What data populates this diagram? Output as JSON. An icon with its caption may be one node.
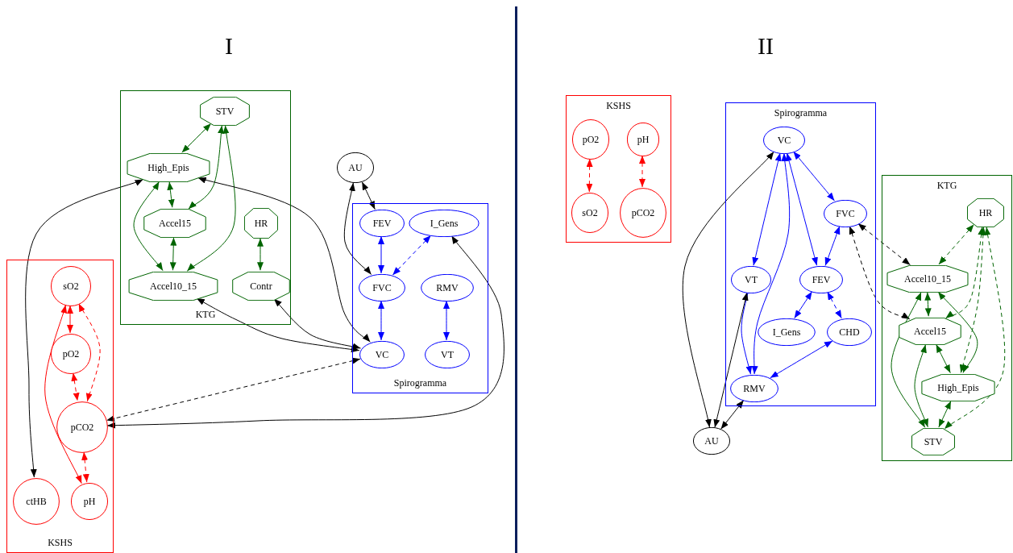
{
  "diagram": {
    "nodes": [
      {
        "text": [
          "KTG"
        ]
      },
      {
        "text": [
          "STV"
        ],
        "in": 0
      },
      {
        "text": [
          "High_Epis"
        ],
        "in": 0
      },
      {
        "text": [
          "Accel15"
        ],
        "in": 0
      },
      {
        "text": [
          "HR"
        ],
        "in": 0
      },
      {
        "text": [
          "Accel10_15"
        ],
        "in": 0
      },
      {
        "text": [
          "Contr"
        ],
        "in": 0
      },
      {
        "text": [
          "KSHS"
        ]
      },
      {
        "text": [
          "sO2"
        ],
        "in": 7
      },
      {
        "text": [
          "pO2"
        ],
        "in": 7
      },
      {
        "text": [
          "pCO2"
        ],
        "in": 7
      },
      {
        "text": [
          "ctHB"
        ],
        "in": 7
      },
      {
        "text": [
          "pH"
        ],
        "in": 7
      },
      {
        "text": [
          "AU"
        ]
      },
      {
        "text": [
          "Spirogramma"
        ]
      },
      {
        "text": [
          "FEV"
        ],
        "in": 14
      },
      {
        "text": [
          "I_Gens"
        ],
        "in": 14
      },
      {
        "text": [
          "FVC"
        ],
        "in": 14
      },
      {
        "text": [
          "RMV"
        ],
        "in": 14
      },
      {
        "text": [
          "VC"
        ],
        "in": 14
      },
      {
        "text": [
          "VT"
        ],
        "in": 14
      },
      {
        "text": [
          "KSHS"
        ]
      },
      {
        "text": [
          "pO2"
        ],
        "in": 21
      },
      {
        "text": [
          "pH"
        ],
        "in": 21
      },
      {
        "text": [
          "sO2"
        ],
        "in": 21
      },
      {
        "text": [
          "pCO2"
        ],
        "in": 21
      },
      {
        "text": [
          "Spirogramma"
        ]
      },
      {
        "text": [
          "VC"
        ],
        "in": 26
      },
      {
        "text": [
          "FVC"
        ],
        "in": 26
      },
      {
        "text": [
          "VT"
        ],
        "in": 26
      },
      {
        "text": [
          "FEV"
        ],
        "in": 26
      },
      {
        "text": [
          "I_Gens"
        ],
        "in": 26
      },
      {
        "text": [
          "CHD"
        ],
        "in": 26
      },
      {
        "text": [
          "RMV"
        ],
        "in": 26
      },
      {
        "text": [
          "AU"
        ]
      },
      {
        "text": [
          "KTG"
        ]
      },
      {
        "text": [
          "HR"
        ],
        "in": 35
      },
      {
        "text": [
          "Accel10_15"
        ],
        "in": 35
      },
      {
        "text": [
          "Accel15"
        ],
        "in": 35
      },
      {
        "text": [
          "High_Epis"
        ],
        "in": 35
      },
      {
        "text": [
          "STV"
        ],
        "in": 35
      }
    ],
    "edges": [
      {
        "from": 1,
        "to": 2,
        "arrow": "both",
        "color": "#006400"
      },
      {
        "from": 2,
        "to": 3,
        "arrow": "both",
        "color": "#006400"
      },
      {
        "from": 1,
        "to": 3,
        "arrow": "both",
        "color": "#006400"
      },
      {
        "from": 1,
        "to": 5,
        "arrow": "both",
        "color": "#006400"
      },
      {
        "from": 2,
        "to": 5,
        "arrow": "both",
        "color": "#006400"
      },
      {
        "from": 3,
        "to": 5,
        "arrow": "both",
        "color": "#006400"
      },
      {
        "from": 4,
        "to": 6,
        "arrow": "both",
        "color": "#006400"
      },
      {
        "from": 8,
        "to": 9,
        "arrow": "both",
        "color": "#ff0000"
      },
      {
        "from": 8,
        "to": 10,
        "arrow": "both",
        "style": "dashed",
        "color": "#ff0000"
      },
      {
        "from": 9,
        "to": 10,
        "arrow": "both",
        "style": "dashed",
        "color": "#ff0000"
      },
      {
        "from": 8,
        "to": 12,
        "arrow": "both",
        "color": "#ff0000"
      },
      {
        "from": 10,
        "to": 12,
        "arrow": "both",
        "style": "dashed",
        "color": "#ff0000"
      },
      {
        "from": 2,
        "to": 11,
        "arrow": "both",
        "color": "#000000"
      },
      {
        "from": 2,
        "to": 19,
        "arrow": "both",
        "color": "#000000"
      },
      {
        "from": 5,
        "to": 19,
        "arrow": "both",
        "color": "#000000"
      },
      {
        "from": 6,
        "to": 19,
        "arrow": "both",
        "color": "#000000"
      },
      {
        "from": 19,
        "to": 10,
        "arrow": "both",
        "style": "dashed",
        "color": "#000000"
      },
      {
        "from": 16,
        "to": 10,
        "arrow": "both",
        "color": "#000000"
      },
      {
        "from": 13,
        "to": 15,
        "arrow": "both",
        "color": "#000000"
      },
      {
        "from": 13,
        "to": 17,
        "arrow": "both",
        "color": "#000000"
      },
      {
        "from": 15,
        "to": 17,
        "arrow": "both",
        "color": "#0000ff"
      },
      {
        "from": 16,
        "to": 17,
        "arrow": "both",
        "style": "dashed",
        "color": "#0000ff"
      },
      {
        "from": 17,
        "to": 19,
        "arrow": "both",
        "color": "#0000ff"
      },
      {
        "from": 18,
        "to": 20,
        "arrow": "both",
        "color": "#0000ff"
      },
      {
        "from": 22,
        "to": 24,
        "arrow": "both",
        "style": "dashed",
        "color": "#ff0000"
      },
      {
        "from": 23,
        "to": 25,
        "arrow": "both",
        "style": "dashed",
        "color": "#ff0000"
      },
      {
        "from": 27,
        "to": 29,
        "arrow": "both",
        "color": "#0000ff"
      },
      {
        "from": 27,
        "to": 33,
        "arrow": "both",
        "color": "#0000ff"
      },
      {
        "from": 27,
        "to": 30,
        "arrow": "both",
        "color": "#0000ff"
      },
      {
        "from": 27,
        "to": 28,
        "arrow": "both",
        "color": "#0000ff"
      },
      {
        "from": 28,
        "to": 30,
        "arrow": "both",
        "color": "#0000ff"
      },
      {
        "from": 30,
        "to": 31,
        "arrow": "both",
        "color": "#0000ff"
      },
      {
        "from": 30,
        "to": 32,
        "arrow": "both",
        "style": "dashed",
        "color": "#0000ff"
      },
      {
        "from": 32,
        "to": 33,
        "arrow": "both",
        "color": "#0000ff"
      },
      {
        "from": 29,
        "to": 33,
        "arrow": "to",
        "color": "#0000ff"
      },
      {
        "from": 34,
        "to": 27,
        "arrow": "both",
        "color": "#000000"
      },
      {
        "from": 34,
        "to": 29,
        "arrow": "both",
        "color": "#000000"
      },
      {
        "from": 34,
        "to": 33,
        "arrow": "both",
        "color": "#000000"
      },
      {
        "from": 28,
        "to": 37,
        "arrow": "both",
        "style": "dashed",
        "color": "#000000"
      },
      {
        "from": 28,
        "to": 38,
        "arrow": "both",
        "style": "dashed",
        "color": "#000000"
      },
      {
        "from": 36,
        "to": 37,
        "arrow": "both",
        "style": "dashed",
        "color": "#006400"
      },
      {
        "from": 36,
        "to": 38,
        "arrow": "both",
        "style": "dashed",
        "color": "#006400"
      },
      {
        "from": 36,
        "to": 39,
        "arrow": "both",
        "style": "dashed",
        "color": "#006400"
      },
      {
        "from": 36,
        "to": 40,
        "arrow": "both",
        "style": "dashed",
        "color": "#006400"
      },
      {
        "from": 37,
        "to": 38,
        "arrow": "both",
        "color": "#006400"
      },
      {
        "from": 37,
        "to": 40,
        "arrow": "both",
        "color": "#006400"
      },
      {
        "from": 37,
        "to": 39,
        "arrow": "both",
        "color": "#006400"
      },
      {
        "from": 38,
        "to": 40,
        "arrow": "both",
        "color": "#006400"
      },
      {
        "from": 38,
        "to": 39,
        "arrow": "both",
        "color": "#006400"
      },
      {
        "from": 39,
        "to": 40,
        "arrow": "both",
        "color": "#006400"
      }
    ],
    "labels": [
      "I",
      "II"
    ]
  }
}
